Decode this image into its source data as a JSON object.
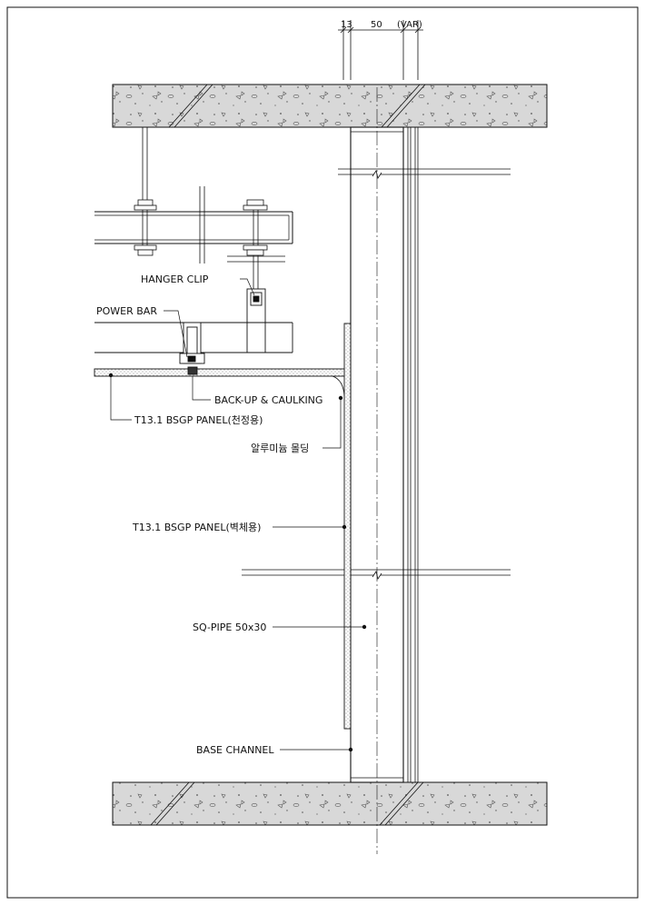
{
  "dimensions": {
    "d1": "13",
    "d2": "50",
    "d3": "(VAR)"
  },
  "labels": {
    "hanger_clip": "HANGER CLIP",
    "power_bar": "POWER BAR",
    "backup_caulking": "BACK-UP & CAULKING",
    "ceiling_panel": "T13.1 BSGP PANEL(천정용)",
    "aluminum_molding": "알루미늄 몰딩",
    "wall_panel": "T13.1 BSGP PANEL(벽체용)",
    "sq_pipe": "SQ-PIPE 50x30",
    "base_channel": "BASE CHANNEL"
  },
  "colors": {
    "line": "#111111",
    "concrete": "#d9d9d9",
    "panel_fill": "#ffffff",
    "background": "#ffffff"
  }
}
